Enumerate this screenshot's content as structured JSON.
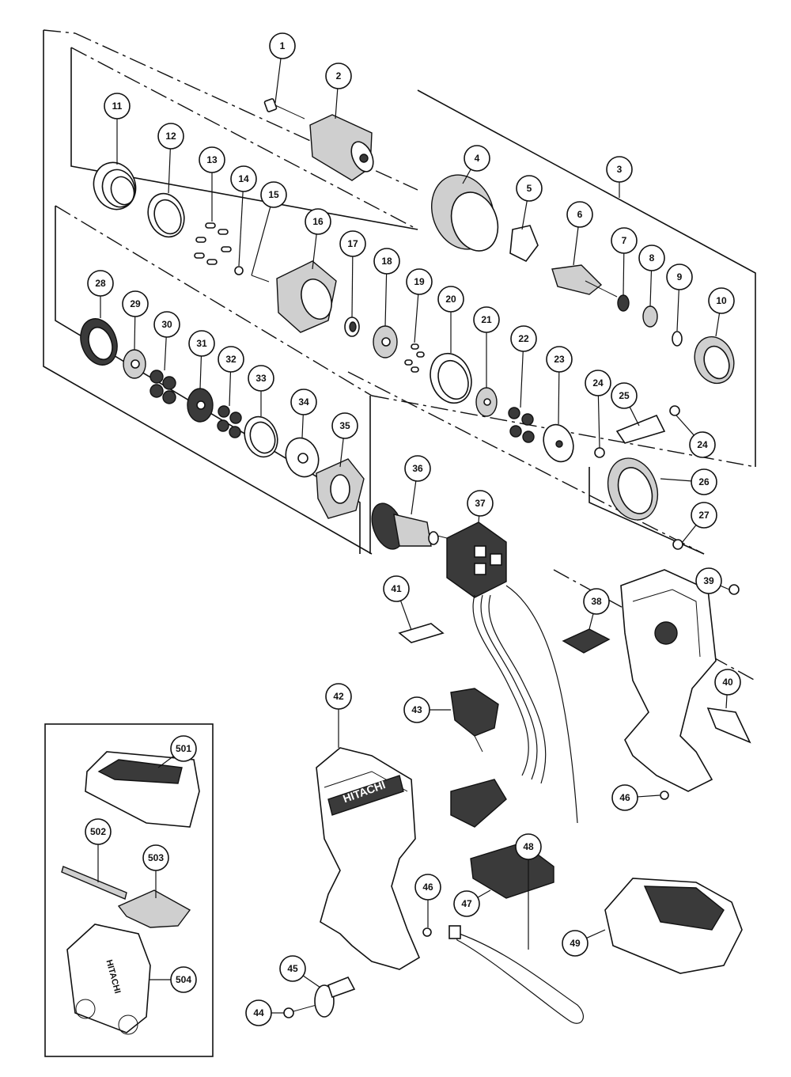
{
  "figure": {
    "callouts": [
      {
        "id": "c1",
        "label": "1"
      },
      {
        "id": "c2",
        "label": "2"
      },
      {
        "id": "c3",
        "label": "3"
      },
      {
        "id": "c4",
        "label": "4"
      },
      {
        "id": "c5",
        "label": "5"
      },
      {
        "id": "c6",
        "label": "6"
      },
      {
        "id": "c7",
        "label": "7"
      },
      {
        "id": "c8",
        "label": "8"
      },
      {
        "id": "c9",
        "label": "9"
      },
      {
        "id": "c10",
        "label": "10"
      },
      {
        "id": "c11",
        "label": "11"
      },
      {
        "id": "c12",
        "label": "12"
      },
      {
        "id": "c13",
        "label": "13"
      },
      {
        "id": "c14",
        "label": "14"
      },
      {
        "id": "c15",
        "label": "15"
      },
      {
        "id": "c16",
        "label": "16"
      },
      {
        "id": "c17",
        "label": "17"
      },
      {
        "id": "c18",
        "label": "18"
      },
      {
        "id": "c19",
        "label": "19"
      },
      {
        "id": "c20",
        "label": "20"
      },
      {
        "id": "c21",
        "label": "21"
      },
      {
        "id": "c22",
        "label": "22"
      },
      {
        "id": "c23",
        "label": "23"
      },
      {
        "id": "c24a",
        "label": "24"
      },
      {
        "id": "c24b",
        "label": "24"
      },
      {
        "id": "c25",
        "label": "25"
      },
      {
        "id": "c26",
        "label": "26"
      },
      {
        "id": "c27",
        "label": "27"
      },
      {
        "id": "c28",
        "label": "28"
      },
      {
        "id": "c29",
        "label": "29"
      },
      {
        "id": "c30",
        "label": "30"
      },
      {
        "id": "c31",
        "label": "31"
      },
      {
        "id": "c32",
        "label": "32"
      },
      {
        "id": "c33",
        "label": "33"
      },
      {
        "id": "c34",
        "label": "34"
      },
      {
        "id": "c35",
        "label": "35"
      },
      {
        "id": "c36",
        "label": "36"
      },
      {
        "id": "c37",
        "label": "37"
      },
      {
        "id": "c38",
        "label": "38"
      },
      {
        "id": "c39",
        "label": "39"
      },
      {
        "id": "c40",
        "label": "40"
      },
      {
        "id": "c41",
        "label": "41"
      },
      {
        "id": "c42",
        "label": "42"
      },
      {
        "id": "c43",
        "label": "43"
      },
      {
        "id": "c44",
        "label": "44"
      },
      {
        "id": "c45",
        "label": "45"
      },
      {
        "id": "c46a",
        "label": "46"
      },
      {
        "id": "c46b",
        "label": "46"
      },
      {
        "id": "c47",
        "label": "47"
      },
      {
        "id": "c48",
        "label": "48"
      },
      {
        "id": "c49",
        "label": "49"
      },
      {
        "id": "c501",
        "label": "501"
      },
      {
        "id": "c502",
        "label": "502"
      },
      {
        "id": "c503",
        "label": "503"
      },
      {
        "id": "c504",
        "label": "504"
      }
    ]
  },
  "housing_logo": "HITACHI",
  "case_logo": "HITACHI",
  "colors": {
    "line": "#111111",
    "background": "#ffffff",
    "shade": "#3a3a3a"
  }
}
